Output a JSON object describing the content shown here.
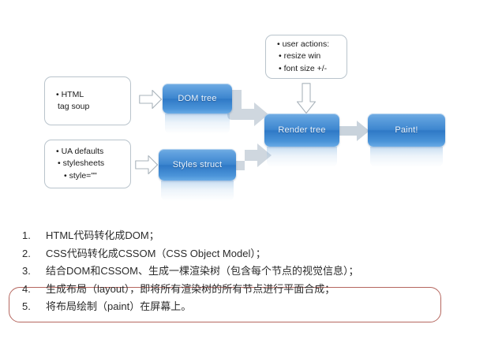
{
  "diagram": {
    "notes": [
      {
        "id": "html-tag-soup",
        "lines": [
          "• HTML",
          "tag soup"
        ]
      },
      {
        "id": "ua-defaults",
        "lines": [
          "• UA defaults",
          "• stylesheets",
          "• style=\"\""
        ]
      },
      {
        "id": "user-actions",
        "lines": [
          "• user actions:",
          "• resize win",
          "• font size +/-"
        ]
      }
    ],
    "boxes": {
      "dom_tree": "DOM tree",
      "styles_struct": "Styles struct",
      "render_tree": "Render tree",
      "paint": "Paint!"
    },
    "colors": {
      "box_blue_light": "#74aee4",
      "box_blue_dark": "#2f79c6",
      "note_border": "#b9c4cc",
      "arrow_gray": "#c3ccd5",
      "highlight_red": "#b5675f"
    }
  },
  "list": {
    "steps": [
      {
        "num": "1.",
        "text": "HTML代码转化成DOM；"
      },
      {
        "num": "2.",
        "text": "CSS代码转化成CSSOM（CSS Object Model）；"
      },
      {
        "num": "3.",
        "text": "结合DOM和CSSOM、生成一棵渲染树（包含每个节点的视觉信息）；"
      },
      {
        "num": "4.",
        "text": "生成布局（layout），即将所有渲染树的所有节点进行平面合成；"
      },
      {
        "num": "5.",
        "text": "将布局绘制（paint）在屏幕上。"
      }
    ]
  }
}
